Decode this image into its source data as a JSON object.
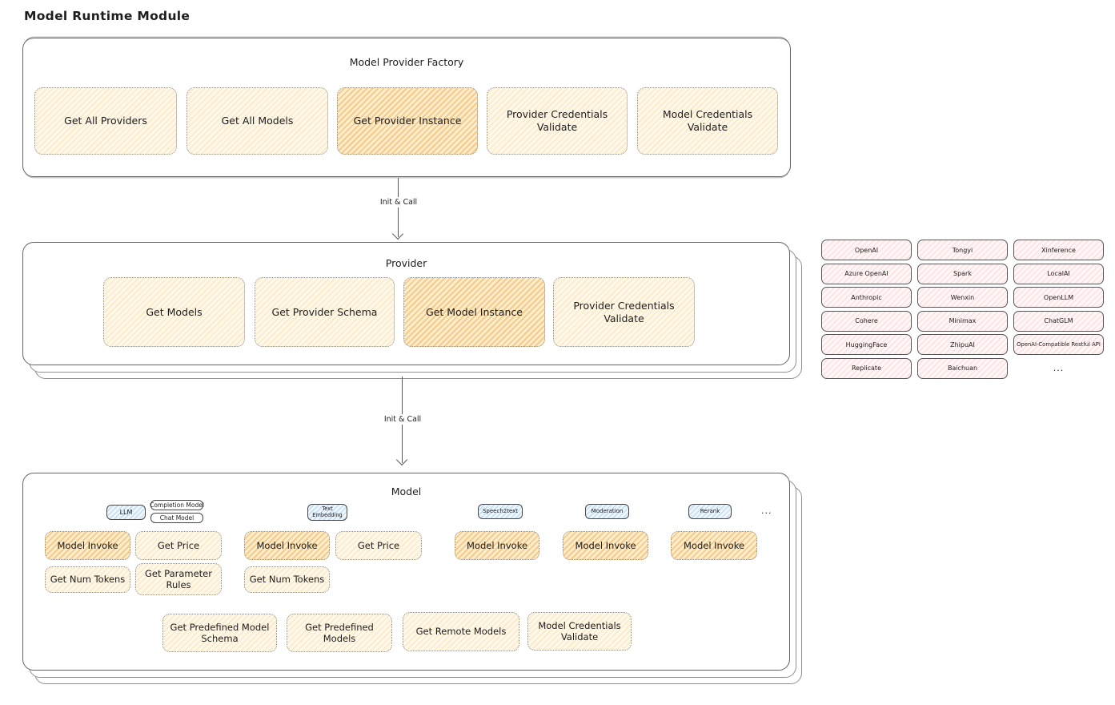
{
  "page_title": "Model Runtime Module",
  "colors": {
    "node_yellow": "#fdf8e9",
    "node_yellow_hatch": "#f7c873",
    "node_highlight": "#fbeccb",
    "node_highlight_hatch": "#f2a74b",
    "provider_pink": "#fff7f7",
    "provider_pink_hatch": "#ff9e9e",
    "tag_blue": "#eef6fd",
    "tag_blue_hatch": "#74acdf",
    "outline": "#646464"
  },
  "factory": {
    "title": "Model Provider Factory",
    "buttons": [
      {
        "label": "Get All Providers"
      },
      {
        "label": "Get All Models"
      },
      {
        "label": "Get Provider Instance",
        "highlight": true
      },
      {
        "label": "Provider Credentials Validate"
      },
      {
        "label": "Model Credentials Validate"
      }
    ]
  },
  "arrows": {
    "label1": "Init & Call",
    "label2": "Init & Call"
  },
  "provider": {
    "title": "Provider",
    "buttons": [
      {
        "label": "Get Models"
      },
      {
        "label": "Get Provider Schema"
      },
      {
        "label": "Get Model Instance",
        "highlight": true
      },
      {
        "label": "Provider Credentials Validate"
      }
    ]
  },
  "provider_list": {
    "items": [
      "OpenAI",
      "Tongyi",
      "Xinference",
      "Azure OpenAI",
      "Spark",
      "LocalAI",
      "Anthropic",
      "Wenxin",
      "OpenLLM",
      "Cohere",
      "Minimax",
      "ChatGLM",
      "HuggingFace",
      "ZhipuAI",
      "OpenAI-Compatible Restful API",
      "Replicate",
      "Baichuan"
    ],
    "more": "..."
  },
  "model": {
    "title": "Model",
    "tags": {
      "llm": "LLM",
      "completion": "Completion Model",
      "chat": "Chat Model",
      "text_embedding": "Text Embedding",
      "speech2text": "Speech2text",
      "moderation": "Moderation",
      "rerank": "Rerank",
      "more": "..."
    },
    "llm": {
      "invoke": "Model Invoke",
      "get_price": "Get Price",
      "get_num_tokens": "Get Num Tokens",
      "get_parameter_rules": "Get Parameter Rules"
    },
    "text_embedding": {
      "invoke": "Model Invoke",
      "get_price": "Get Price",
      "get_num_tokens": "Get Num Tokens"
    },
    "speech2text": {
      "invoke": "Model Invoke"
    },
    "moderation": {
      "invoke": "Model Invoke"
    },
    "rerank": {
      "invoke": "Model Invoke"
    },
    "common": [
      "Get Predefined Model Schema",
      "Get Predefined Models",
      "Get Remote Models",
      "Model Credentials Validate"
    ]
  }
}
